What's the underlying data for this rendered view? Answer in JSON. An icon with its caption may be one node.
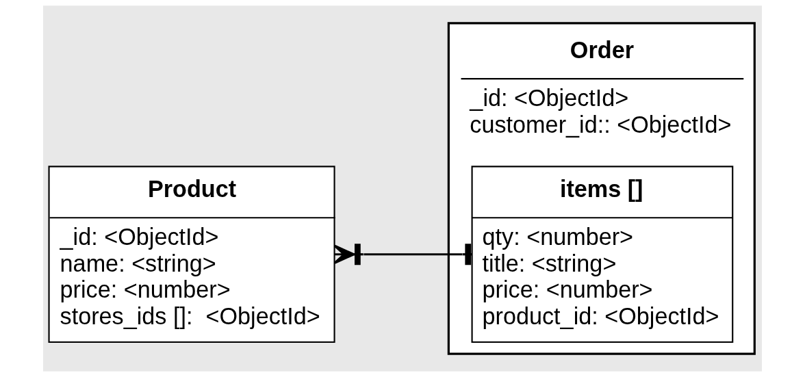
{
  "diagram": {
    "nodes": [
      {
        "text": [
          "Product",
          "_id: <ObjectId>",
          "name: <string>",
          "price: <number>",
          "stores_ids []:  <ObjectId>"
        ]
      },
      {
        "text": [
          "Order",
          "_id: <ObjectId>",
          "customer_id:: <ObjectId>"
        ]
      },
      {
        "text": [
          "items []",
          "qty: <number>",
          "title: <string>",
          "price: <number>",
          "product_id: <ObjectId>"
        ],
        "in": 1
      }
    ],
    "edges": [
      {
        "from": 2,
        "to": 0,
        "arrow": "other"
      }
    ]
  }
}
